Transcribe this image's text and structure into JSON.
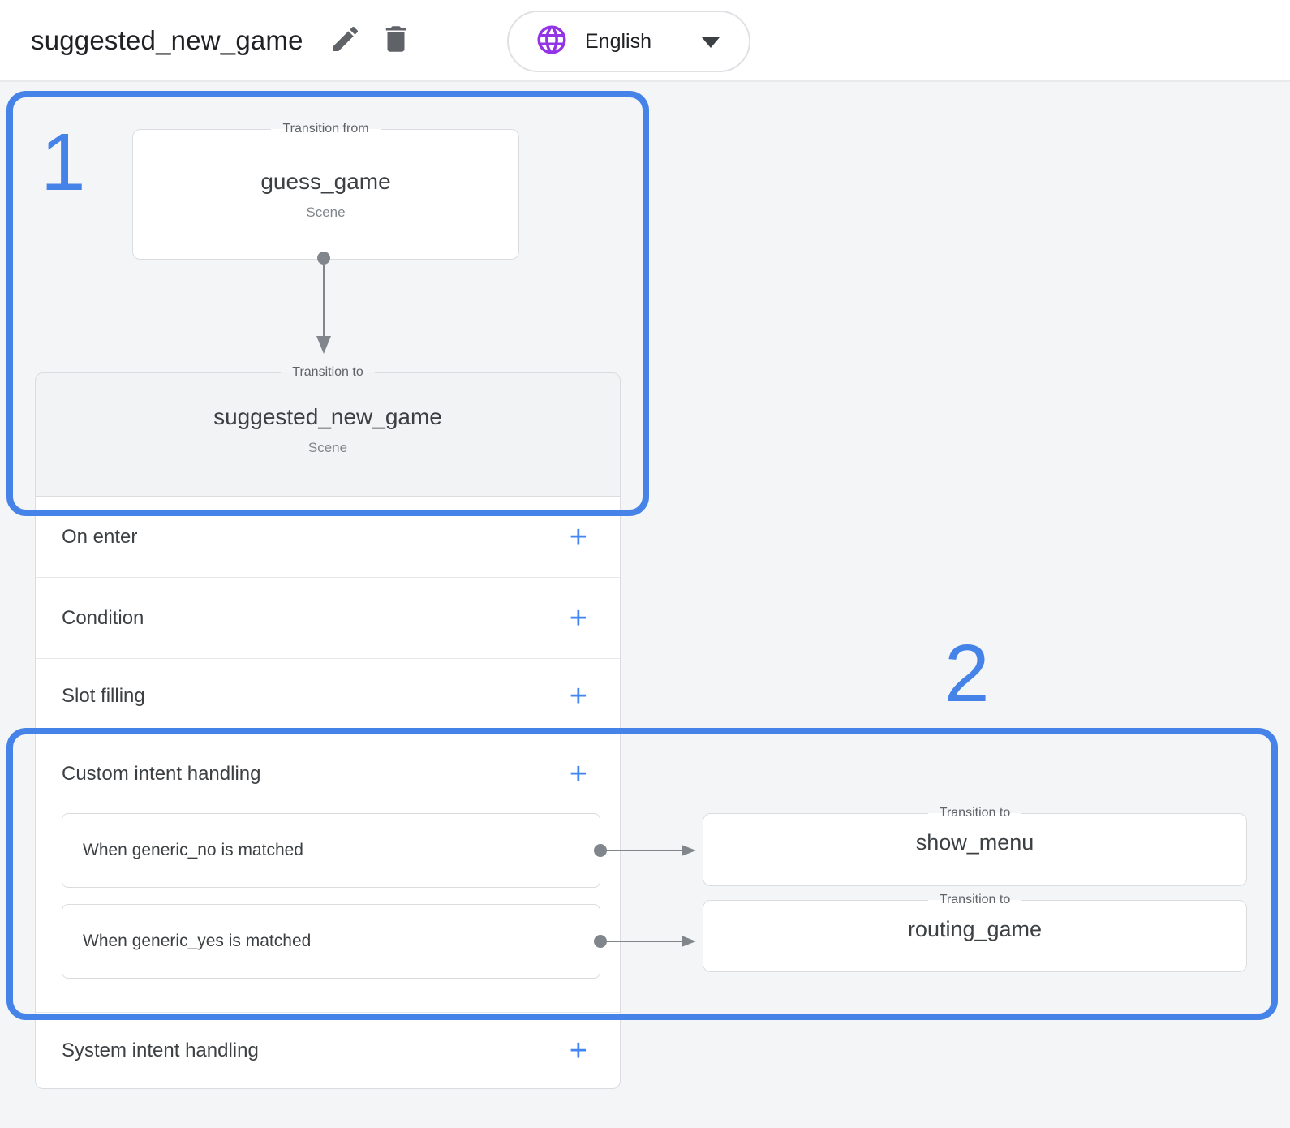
{
  "header": {
    "title": "suggested_new_game",
    "language_selector": {
      "label": "English"
    }
  },
  "annotations": {
    "step1": "1",
    "step2": "2"
  },
  "transition_from": {
    "legend": "Transition from",
    "scene_name": "guess_game",
    "scene_type": "Scene"
  },
  "transition_to": {
    "legend": "Transition to",
    "scene_name": "suggested_new_game",
    "scene_type": "Scene"
  },
  "sections": {
    "on_enter": {
      "label": "On enter",
      "add": "+"
    },
    "condition": {
      "label": "Condition",
      "add": "+"
    },
    "slot_filling": {
      "label": "Slot filling",
      "add": "+"
    },
    "custom_intent_handling": {
      "label": "Custom intent handling",
      "add": "+"
    },
    "system_intent_handling": {
      "label": "System intent handling",
      "add": "+"
    }
  },
  "intents": [
    {
      "label": "When generic_no is matched",
      "target": {
        "legend": "Transition to",
        "scene_name": "show_menu"
      }
    },
    {
      "label": "When generic_yes is matched",
      "target": {
        "legend": "Transition to",
        "scene_name": "routing_game"
      }
    }
  ],
  "colors": {
    "annotation_blue": "#4583e8",
    "add_blue": "#4285f4",
    "globe_purple": "#9334e6",
    "arrow_gray": "#80868b"
  }
}
